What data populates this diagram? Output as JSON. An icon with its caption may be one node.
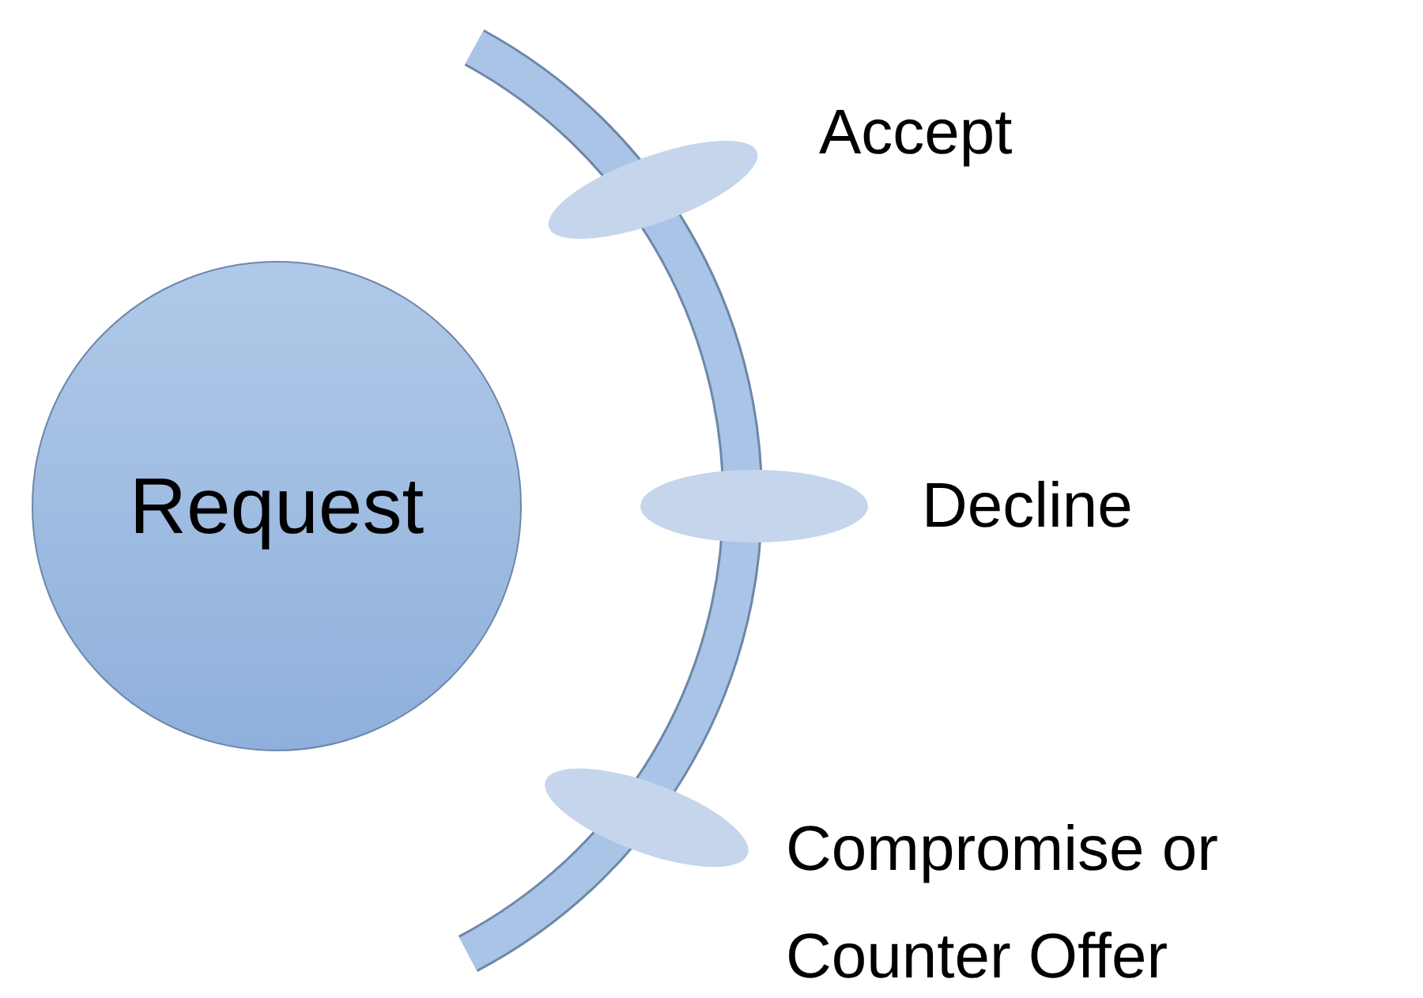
{
  "diagram": {
    "nodes": [
      {
        "text": [
          "Request"
        ]
      },
      {
        "text": [
          "Accept"
        ]
      },
      {
        "text": [
          "Decline"
        ]
      },
      {
        "text": [
          "Compromise or Counter Offer"
        ]
      }
    ],
    "edges": []
  }
}
